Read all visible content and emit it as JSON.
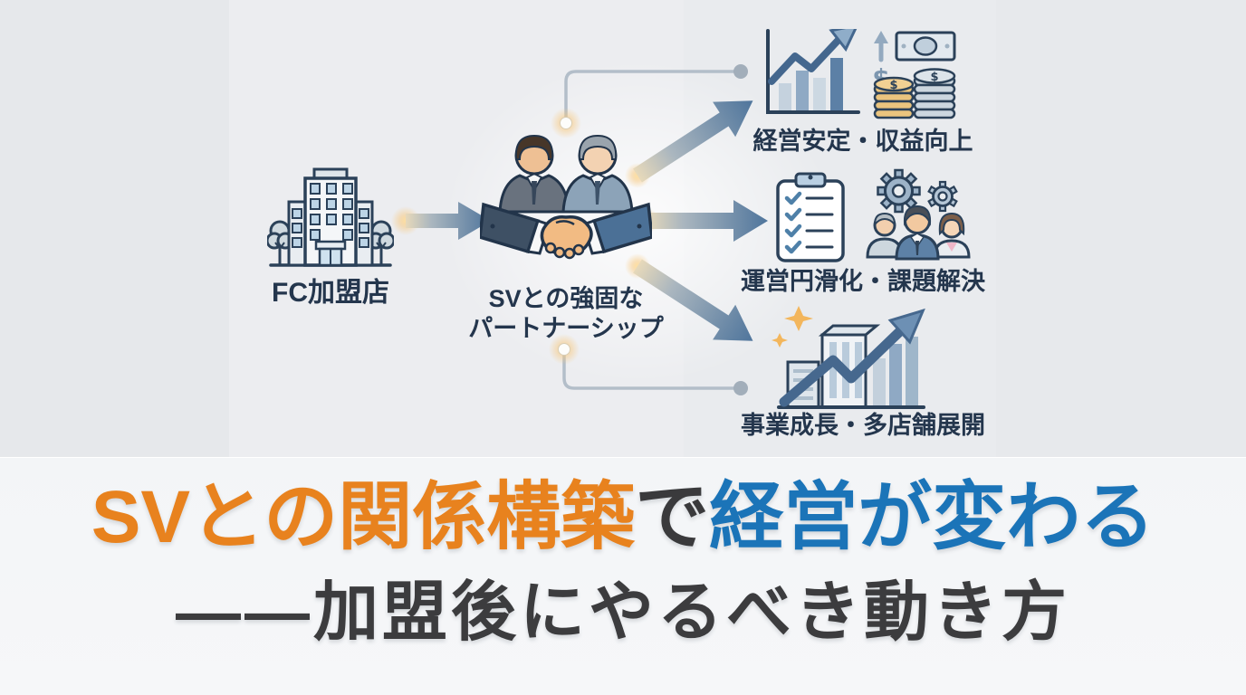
{
  "diagram": {
    "source": {
      "icon": "office-building-icon",
      "label": "FC加盟店"
    },
    "hub": {
      "icon": "handshake-icon",
      "label_line1": "SVとの強固な",
      "label_line2": "パートナーシップ"
    },
    "outcomes": [
      {
        "icon": "bar-chart-money-icon",
        "label": "経営安定・収益向上"
      },
      {
        "icon": "checklist-team-gears-icon",
        "label": "運営円滑化・課題解決"
      },
      {
        "icon": "city-growth-arrow-icon",
        "label": "事業成長・多店舗展開"
      }
    ]
  },
  "title": {
    "line1": [
      {
        "text": "SVとの関係構築",
        "color": "#E8821E"
      },
      {
        "text": "で",
        "color": "#3A3A3C"
      },
      {
        "text": "経営が変わる",
        "color": "#1B74B8"
      }
    ],
    "line2": "――加盟後にやるべき動き方"
  },
  "colors": {
    "accent_orange": "#E8821E",
    "accent_blue": "#1B74B8",
    "headline_dark": "#3A3A3C",
    "label_navy": "#24364D",
    "arrow_blue": "#4F759C",
    "outline_navy": "#2B4159",
    "glow_warm": "#F7C87E",
    "background_top": "#E9EBEE",
    "background_bottom": "#F5F6F8"
  }
}
